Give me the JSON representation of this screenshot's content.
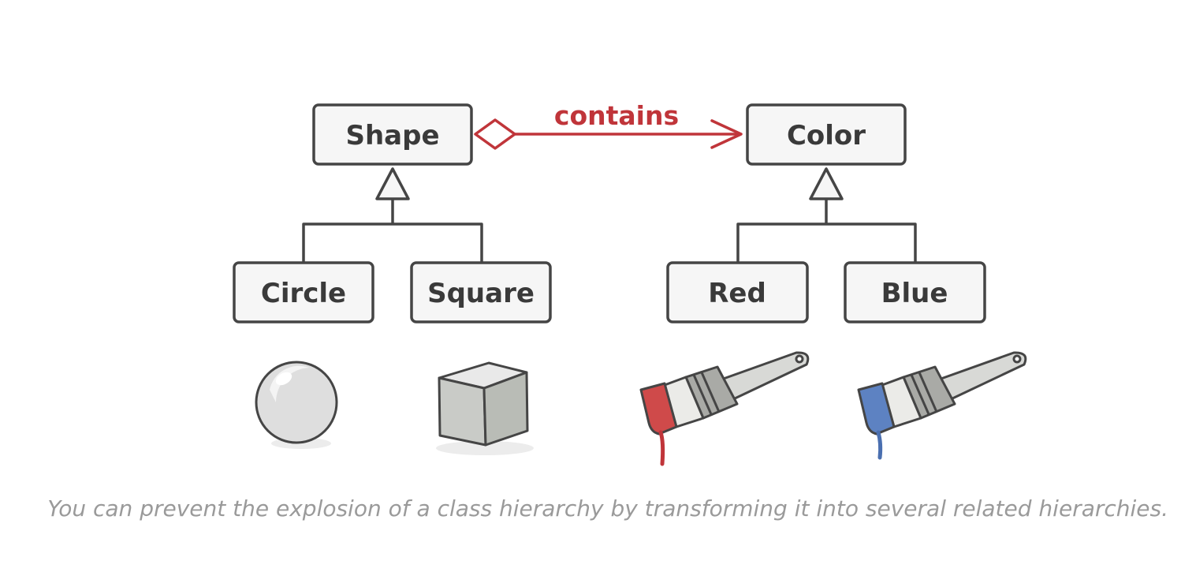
{
  "diagram": {
    "boxes": {
      "shape": "Shape",
      "color": "Color",
      "circle": "Circle",
      "square": "Square",
      "red": "Red",
      "blue": "Blue"
    },
    "relation_label": "contains"
  },
  "caption": "You can prevent the explosion of a class hierarchy by transforming it into several related hierarchies.",
  "colors": {
    "relation": "#c0353a",
    "paint_red": "#cf4a4a",
    "paint_blue": "#5d82c2",
    "outline": "#454545",
    "box_fill": "#f6f6f6",
    "caption": "#9a9a9a"
  },
  "icons": [
    "sphere-icon",
    "cube-icon",
    "red-paintbrush-icon",
    "blue-paintbrush-icon"
  ]
}
